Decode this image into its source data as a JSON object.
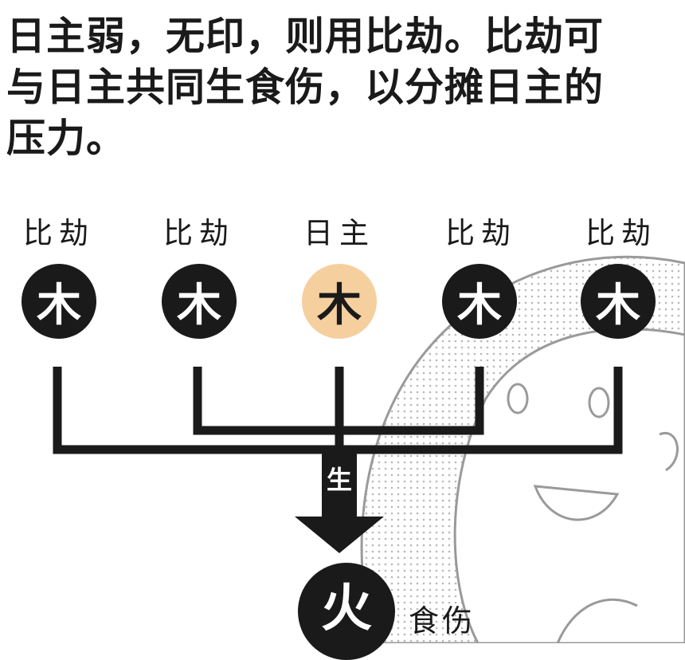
{
  "heading": {
    "line1": "日主弱，无印，则用比劫。比劫可",
    "line2": "与日主共同生食伤，以分摊日主的",
    "line3": "压力。"
  },
  "diagram": {
    "labels": [
      "比劫",
      "比劫",
      "日主",
      "比劫",
      "比劫"
    ],
    "nodes": [
      "木",
      "木",
      "木",
      "木",
      "木"
    ],
    "arrow_label": "生",
    "target_symbol": "火",
    "target_label": "食伤",
    "colors": {
      "node": "#1a1a1a",
      "day_master": "#f5cf9e"
    }
  }
}
